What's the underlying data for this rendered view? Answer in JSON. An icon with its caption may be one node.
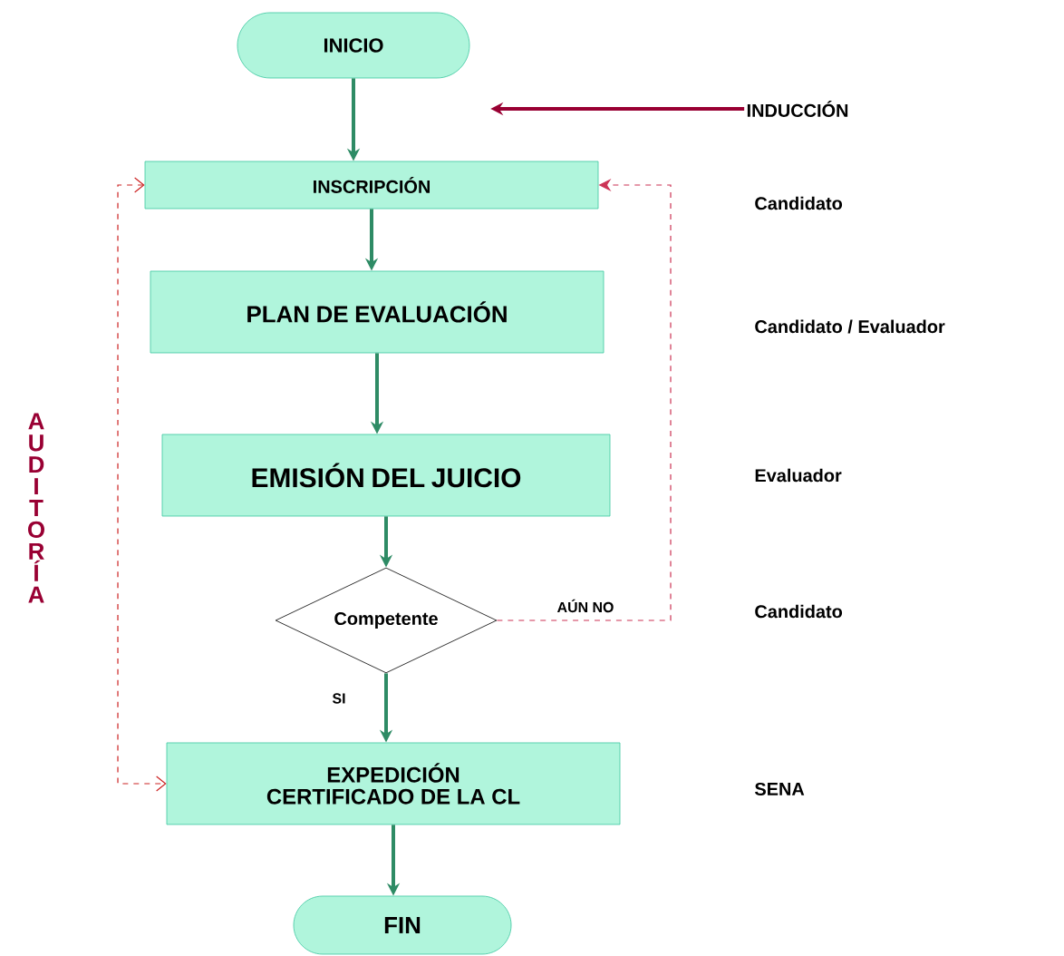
{
  "diagram": {
    "nodes": [
      {
        "text": [
          "INICIO"
        ]
      },
      {
        "text": [
          "INSCRIPCIÓN"
        ]
      },
      {
        "text": [
          "PLAN DE EVALUACIÓN"
        ]
      },
      {
        "text": [
          "EMISIÓN DEL JUICIO"
        ]
      },
      {
        "text": [
          "Competente"
        ]
      },
      {
        "text": [
          "EXPEDICIÓN CERTIFICADO DE LA CL"
        ]
      },
      {
        "text": [
          "FIN"
        ]
      },
      {
        "text": [
          "INDUCCIÓN"
        ]
      }
    ],
    "edges": [
      {
        "from": 0,
        "to": 1,
        "arrow": "to"
      },
      {
        "from": 1,
        "to": 2,
        "arrow": "to"
      },
      {
        "from": 2,
        "to": 3,
        "arrow": "to"
      },
      {
        "from": 3,
        "to": 4,
        "arrow": "to"
      },
      {
        "from": 4,
        "to": 5,
        "arrow": "to",
        "label": "SI"
      },
      {
        "from": 5,
        "to": 6,
        "arrow": "to"
      },
      {
        "from": 7,
        "to": null,
        "arrow": "to",
        "color": "#990033"
      },
      {
        "from": 4,
        "to": 1,
        "arrow": "to",
        "style": "dashed",
        "color": "#cc3355",
        "label": "AÚN NO"
      },
      {
        "from": 1,
        "to": 5,
        "arrow": "both",
        "style": "dashed",
        "color": "#cc2222"
      }
    ],
    "labels": [
      "Candidato",
      "Candidato / Evaluador",
      "A U D I T O R Í A",
      "Evaluador",
      "Candidato",
      "SENA"
    ]
  }
}
